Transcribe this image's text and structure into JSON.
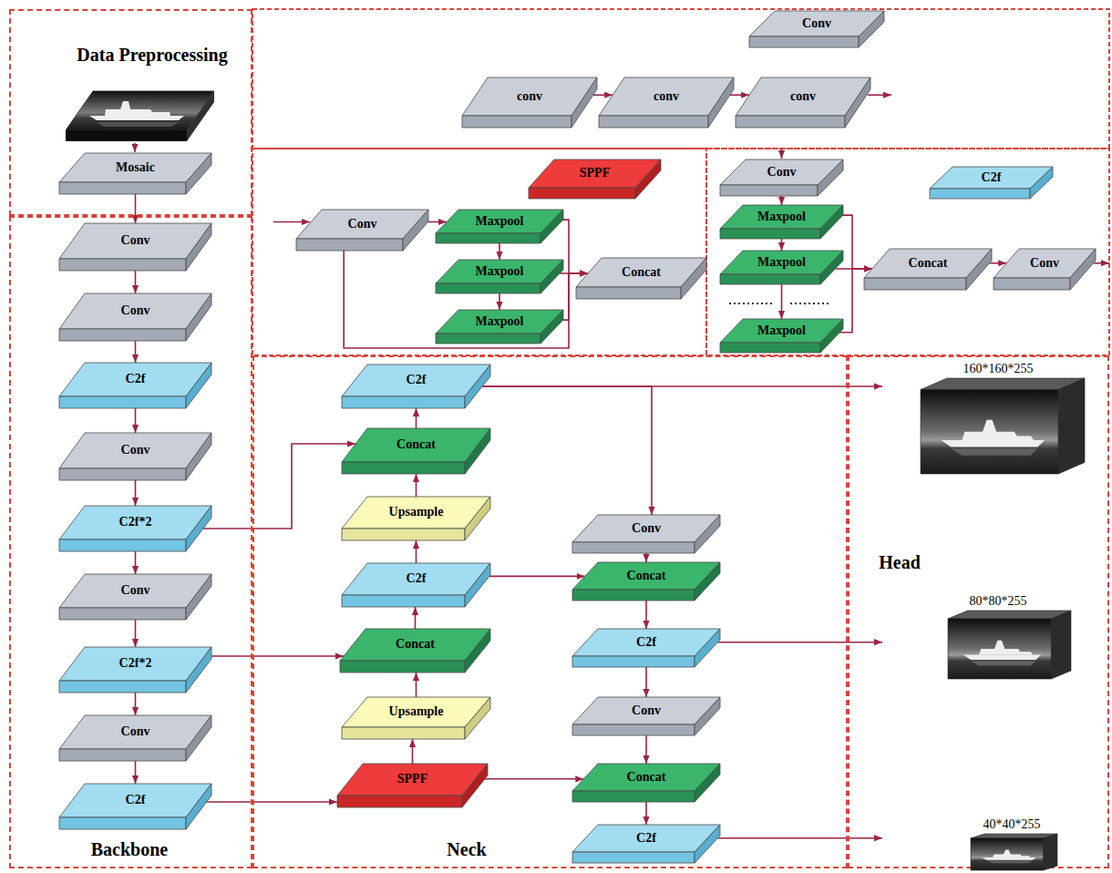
{
  "diagram": {
    "nodes": [
      {
        "text": [
          "Data Preprocessing"
        ]
      },
      {
        "text": [
          "Mosaic"
        ],
        "in": 0
      },
      {
        "text": [
          "Backbone"
        ]
      },
      {
        "text": [
          "Conv"
        ],
        "in": 2
      },
      {
        "text": [
          "Conv"
        ],
        "in": 2
      },
      {
        "text": [
          "C2f"
        ],
        "in": 2
      },
      {
        "text": [
          "Conv"
        ],
        "in": 2
      },
      {
        "text": [
          "C2f*2"
        ],
        "in": 2
      },
      {
        "text": [
          "Conv"
        ],
        "in": 2
      },
      {
        "text": [
          "C2f*2"
        ],
        "in": 2
      },
      {
        "text": [
          "Conv"
        ],
        "in": 2
      },
      {
        "text": [
          "C2f"
        ],
        "in": 2
      },
      {
        "text": [
          "Conv"
        ]
      },
      {
        "text": [
          "conv"
        ]
      },
      {
        "text": [
          "conv"
        ]
      },
      {
        "text": [
          "conv"
        ]
      },
      {
        "text": [
          "SPPF"
        ]
      },
      {
        "text": [
          "Conv"
        ]
      },
      {
        "text": [
          "Maxpool"
        ]
      },
      {
        "text": [
          "Maxpool"
        ]
      },
      {
        "text": [
          "Maxpool"
        ]
      },
      {
        "text": [
          "Concat"
        ]
      },
      {
        "text": [
          "Conv"
        ]
      },
      {
        "text": [
          "C2f"
        ]
      },
      {
        "text": [
          "Maxpool"
        ]
      },
      {
        "text": [
          "Maxpool"
        ]
      },
      {
        "text": [
          "Maxpool"
        ]
      },
      {
        "text": [
          "Concat"
        ]
      },
      {
        "text": [
          "Conv"
        ]
      },
      {
        "text": [
          "Neck"
        ]
      },
      {
        "text": [
          "C2f"
        ],
        "in": 29
      },
      {
        "text": [
          "Concat"
        ],
        "in": 29
      },
      {
        "text": [
          "Upsample"
        ],
        "in": 29
      },
      {
        "text": [
          "C2f"
        ],
        "in": 29
      },
      {
        "text": [
          "Concat"
        ],
        "in": 29
      },
      {
        "text": [
          "Upsample"
        ],
        "in": 29
      },
      {
        "text": [
          "SPPF"
        ],
        "in": 29
      },
      {
        "text": [
          "Conv"
        ],
        "in": 29
      },
      {
        "text": [
          "Concat"
        ],
        "in": 29
      },
      {
        "text": [
          "C2f"
        ],
        "in": 29
      },
      {
        "text": [
          "Conv"
        ],
        "in": 29
      },
      {
        "text": [
          "Concat"
        ],
        "in": 29
      },
      {
        "text": [
          "C2f"
        ],
        "in": 29
      },
      {
        "text": [
          "Head"
        ]
      },
      {
        "text": [
          "160*160*255"
        ],
        "in": 43
      },
      {
        "text": [
          "80*80*255"
        ],
        "in": 43
      },
      {
        "text": [
          "40*40*255"
        ],
        "in": 43
      }
    ],
    "edges": [
      {
        "from": 1,
        "to": 3,
        "arrow": "to"
      },
      {
        "from": 3,
        "to": 4,
        "arrow": "to"
      },
      {
        "from": 4,
        "to": 5,
        "arrow": "to"
      },
      {
        "from": 5,
        "to": 6,
        "arrow": "to"
      },
      {
        "from": 6,
        "to": 7,
        "arrow": "to"
      },
      {
        "from": 7,
        "to": 8,
        "arrow": "to"
      },
      {
        "from": 8,
        "to": 9,
        "arrow": "to"
      },
      {
        "from": 9,
        "to": 10,
        "arrow": "to"
      },
      {
        "from": 10,
        "to": 11,
        "arrow": "to"
      },
      {
        "from": 13,
        "to": 14,
        "arrow": "to"
      },
      {
        "from": 14,
        "to": 15,
        "arrow": "to"
      },
      {
        "from": 17,
        "to": 18,
        "arrow": "to"
      },
      {
        "from": 18,
        "to": 19,
        "arrow": "to"
      },
      {
        "from": 19,
        "to": 20,
        "arrow": "to"
      },
      {
        "from": 19,
        "to": 21,
        "arrow": "to"
      },
      {
        "from": 18,
        "to": 21,
        "arrow": "to"
      },
      {
        "from": 20,
        "to": 21,
        "arrow": "to"
      },
      {
        "from": 17,
        "to": 21,
        "arrow": "to"
      },
      {
        "from": 22,
        "to": 24,
        "arrow": "to"
      },
      {
        "from": 24,
        "to": 25,
        "arrow": "to"
      },
      {
        "from": 25,
        "to": 26,
        "arrow": "to"
      },
      {
        "from": 25,
        "to": 27,
        "arrow": "to"
      },
      {
        "from": 24,
        "to": 27,
        "arrow": "to"
      },
      {
        "from": 26,
        "to": 27,
        "arrow": "to"
      },
      {
        "from": 27,
        "to": 28,
        "arrow": "to"
      },
      {
        "from": 11,
        "to": 36,
        "arrow": "to"
      },
      {
        "from": 36,
        "to": 35,
        "arrow": "to"
      },
      {
        "from": 35,
        "to": 34,
        "arrow": "to"
      },
      {
        "from": 34,
        "to": 33,
        "arrow": "to"
      },
      {
        "from": 33,
        "to": 32,
        "arrow": "to"
      },
      {
        "from": 32,
        "to": 31,
        "arrow": "to"
      },
      {
        "from": 31,
        "to": 30,
        "arrow": "to"
      },
      {
        "from": 9,
        "to": 34,
        "arrow": "to"
      },
      {
        "from": 7,
        "to": 31,
        "arrow": "to"
      },
      {
        "from": 30,
        "to": 44,
        "arrow": "to"
      },
      {
        "from": 30,
        "to": 37,
        "arrow": "to"
      },
      {
        "from": 33,
        "to": 38,
        "arrow": "to"
      },
      {
        "from": 37,
        "to": 38,
        "arrow": "to"
      },
      {
        "from": 38,
        "to": 39,
        "arrow": "to"
      },
      {
        "from": 39,
        "to": 45,
        "arrow": "to"
      },
      {
        "from": 39,
        "to": 40,
        "arrow": "to"
      },
      {
        "from": 40,
        "to": 41,
        "arrow": "to"
      },
      {
        "from": 36,
        "to": 41,
        "arrow": "to"
      },
      {
        "from": 41,
        "to": 42,
        "arrow": "to"
      },
      {
        "from": 42,
        "to": 46,
        "arrow": "to"
      }
    ]
  }
}
